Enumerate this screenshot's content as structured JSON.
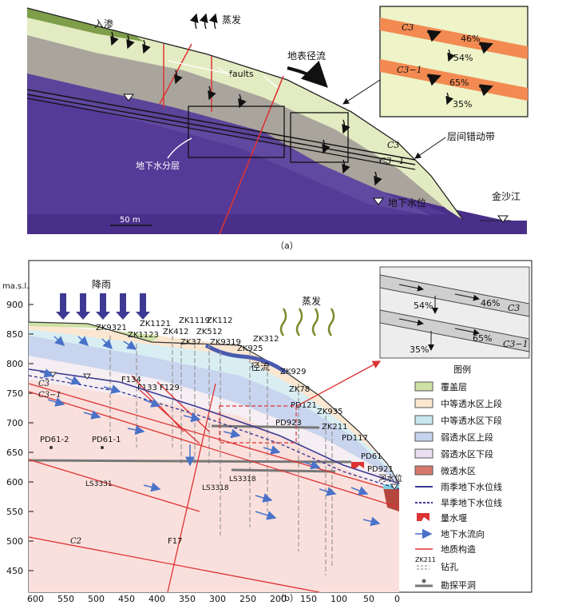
{
  "panel_a": {
    "infiltration": "入渗",
    "evaporation": "蒸发",
    "surface_runoff": "地表径流",
    "faults": "faults",
    "interlayer_zone": "层间错动带",
    "layered_groundwater": "地下水分层",
    "groundwater_level": "地下水位",
    "river": "金沙江",
    "c3": "C3",
    "c3_1": "C3−1",
    "scale": "50 m",
    "caption": "（a）",
    "inset": {
      "upper_pct": "46%",
      "between_pct": "54%",
      "lower_pct": "65%",
      "bottom_pct": "35%",
      "upper_layer": "C3",
      "lower_layer": "C3−1"
    }
  },
  "panel_b": {
    "yaxis_label": "ma.s.l.",
    "y_ticks": [
      "900",
      "850",
      "800",
      "750",
      "700",
      "650",
      "600",
      "550",
      "500",
      "450"
    ],
    "x_ticks": [
      "600",
      "550",
      "500",
      "450",
      "400",
      "350",
      "300",
      "250",
      "200",
      "150",
      "100",
      "50",
      "0"
    ],
    "rainfall": "降雨",
    "evaporation": "蒸发",
    "runoff": "径流",
    "boreholes": [
      "ZK9321",
      "ZK1121",
      "ZK1123",
      "ZK1119",
      "ZK112",
      "ZK412",
      "ZK512",
      "ZK37",
      "ZK9319",
      "ZK312",
      "ZK925",
      "ZK929",
      "ZK78",
      "PD121",
      "ZK935",
      "PD923",
      "ZK211",
      "PD117",
      "PD61",
      "PD921"
    ],
    "adits": [
      "PD61-2",
      "PD61-1"
    ],
    "faults": [
      "F134",
      "F133",
      "F129",
      "F17"
    ],
    "layers": [
      "C3",
      "C3−1",
      "C2"
    ],
    "ls": [
      "LS3318",
      "LS3318",
      "LS3331"
    ],
    "river_level": "河水位",
    "caption": "（b）",
    "inset": {
      "upper_pct": "46%",
      "between_pct": "54%",
      "lower_pct": "65%",
      "bottom_pct": "35%",
      "upper_layer": "C3",
      "lower_layer": "C3−1"
    },
    "legend": {
      "title": "图例",
      "items": [
        {
          "label": "覆盖层",
          "color": "#cfe0a6"
        },
        {
          "label": "中等透水区上段",
          "color": "#fbe6cf"
        },
        {
          "label": "中等透水区下段",
          "color": "#c8e6ee"
        },
        {
          "label": "弱透水区上段",
          "color": "#c6d3ec"
        },
        {
          "label": "弱透水区下段",
          "color": "#eadff0"
        },
        {
          "label": "微透水区",
          "color": "#d4786a"
        },
        {
          "label": "雨季地下水位线"
        },
        {
          "label": "旱季地下水位线"
        },
        {
          "label": "量水堰"
        },
        {
          "label": "地下水流向"
        },
        {
          "label": "地质构造"
        },
        {
          "label": "钻孔"
        },
        {
          "label": "勘探平洞"
        }
      ],
      "borehole_sample": "ZK211"
    }
  }
}
